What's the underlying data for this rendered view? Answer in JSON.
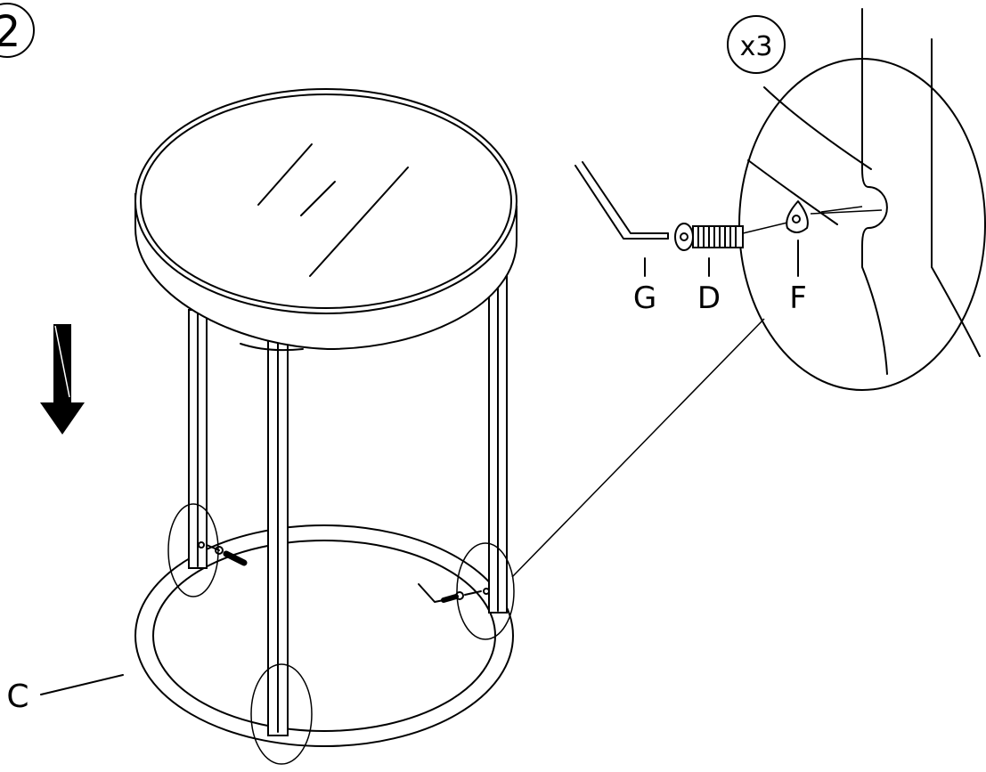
{
  "step": {
    "number": "2"
  },
  "detail": {
    "quantity": "x3"
  },
  "parts": {
    "allen_key": "G",
    "bolt": "D",
    "washer": "F",
    "base_ring": "C"
  },
  "colors": {
    "line": "#000000",
    "background": "#ffffff"
  }
}
